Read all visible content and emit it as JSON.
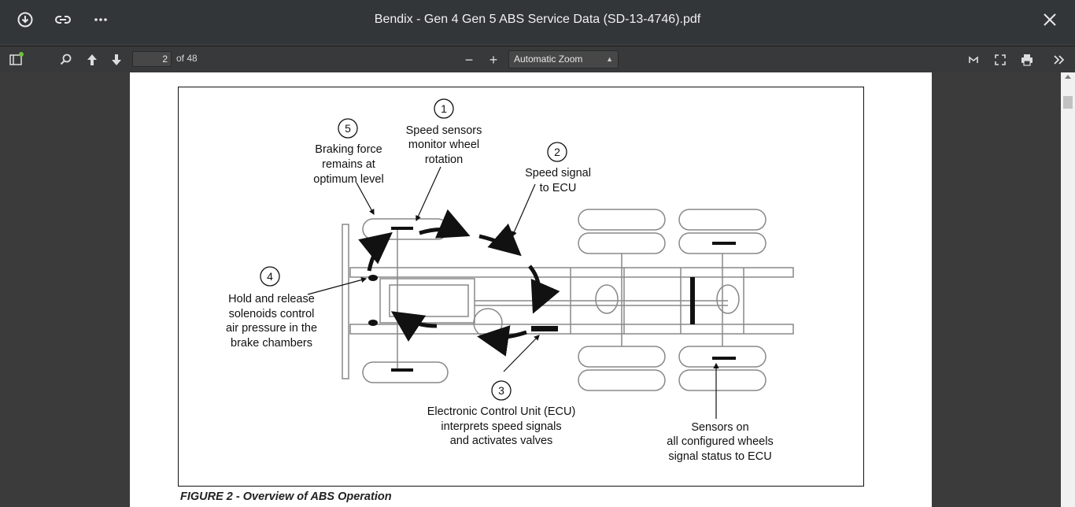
{
  "window": {
    "title": "Bendix - Gen 4 Gen 5 ABS Service Data (SD-13-4746).pdf",
    "icons": [
      "download-icon",
      "link-icon",
      "more-icon",
      "close-icon"
    ]
  },
  "toolbar": {
    "page_number": "2",
    "page_count": "of 48",
    "zoom_out": "−",
    "zoom_in": "+",
    "zoom_value": "Automatic Zoom",
    "icons": [
      "sidebar-toggle-icon",
      "find-icon",
      "previous-page-icon",
      "next-page-icon",
      "presentation-mode-icon",
      "fullscreen-icon",
      "print-icon",
      "tools-icon"
    ]
  },
  "figure": {
    "caption": "FIGURE 2 -  Overview of ABS Operation",
    "callouts": [
      {
        "num": "1",
        "lines": [
          "Speed sensors",
          "monitor wheel",
          "rotation"
        ]
      },
      {
        "num": "2",
        "lines": [
          "Speed signal",
          "to ECU"
        ]
      },
      {
        "num": "3",
        "lines": [
          "Electronic Control Unit (ECU)",
          "interprets speed signals",
          "and activates valves"
        ]
      },
      {
        "num": "4",
        "lines": [
          "Hold and release",
          "solenoids control",
          "air pressure in the",
          "brake chambers"
        ]
      },
      {
        "num": "5",
        "lines": [
          "Braking force",
          "remains at",
          "optimum level"
        ]
      }
    ],
    "sensors_note": [
      "Sensors on",
      "all configured wheels",
      "signal status to ECU"
    ]
  },
  "colors": {
    "titlebar_bg": "#323639",
    "toolbar_bg": "#38393a",
    "viewer_bg": "#3b3b3b",
    "status_dot": "#6fc43a"
  }
}
